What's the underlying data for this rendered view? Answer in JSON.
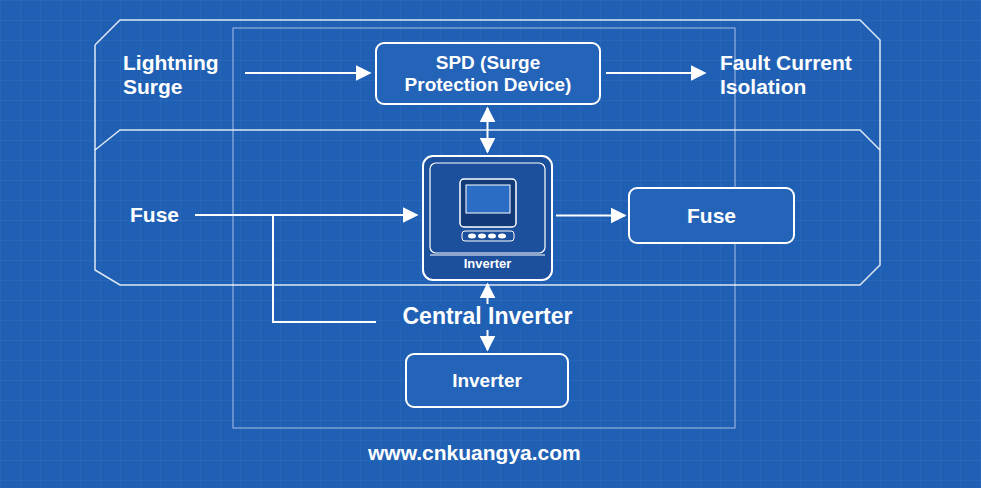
{
  "diagram": {
    "nodes": [
      {
        "text": [
          "SPD (Surge Protection Device)"
        ]
      },
      {
        "text": [
          "Inverter"
        ]
      },
      {
        "text": [
          "Fuse"
        ]
      },
      {
        "text": [
          "Inverter"
        ]
      }
    ],
    "edges": [
      {
        "from": 0,
        "to": 1,
        "arrow": "both"
      },
      {
        "from": 1,
        "to": 2,
        "arrow": "to"
      },
      {
        "from": 1,
        "to": 3,
        "label": "Central Inverter",
        "arrow": "both"
      }
    ],
    "labels": [
      "Lightning Surge",
      "Fault Current Isolation",
      "Fuse",
      "www.cnkuangya.com"
    ]
  }
}
